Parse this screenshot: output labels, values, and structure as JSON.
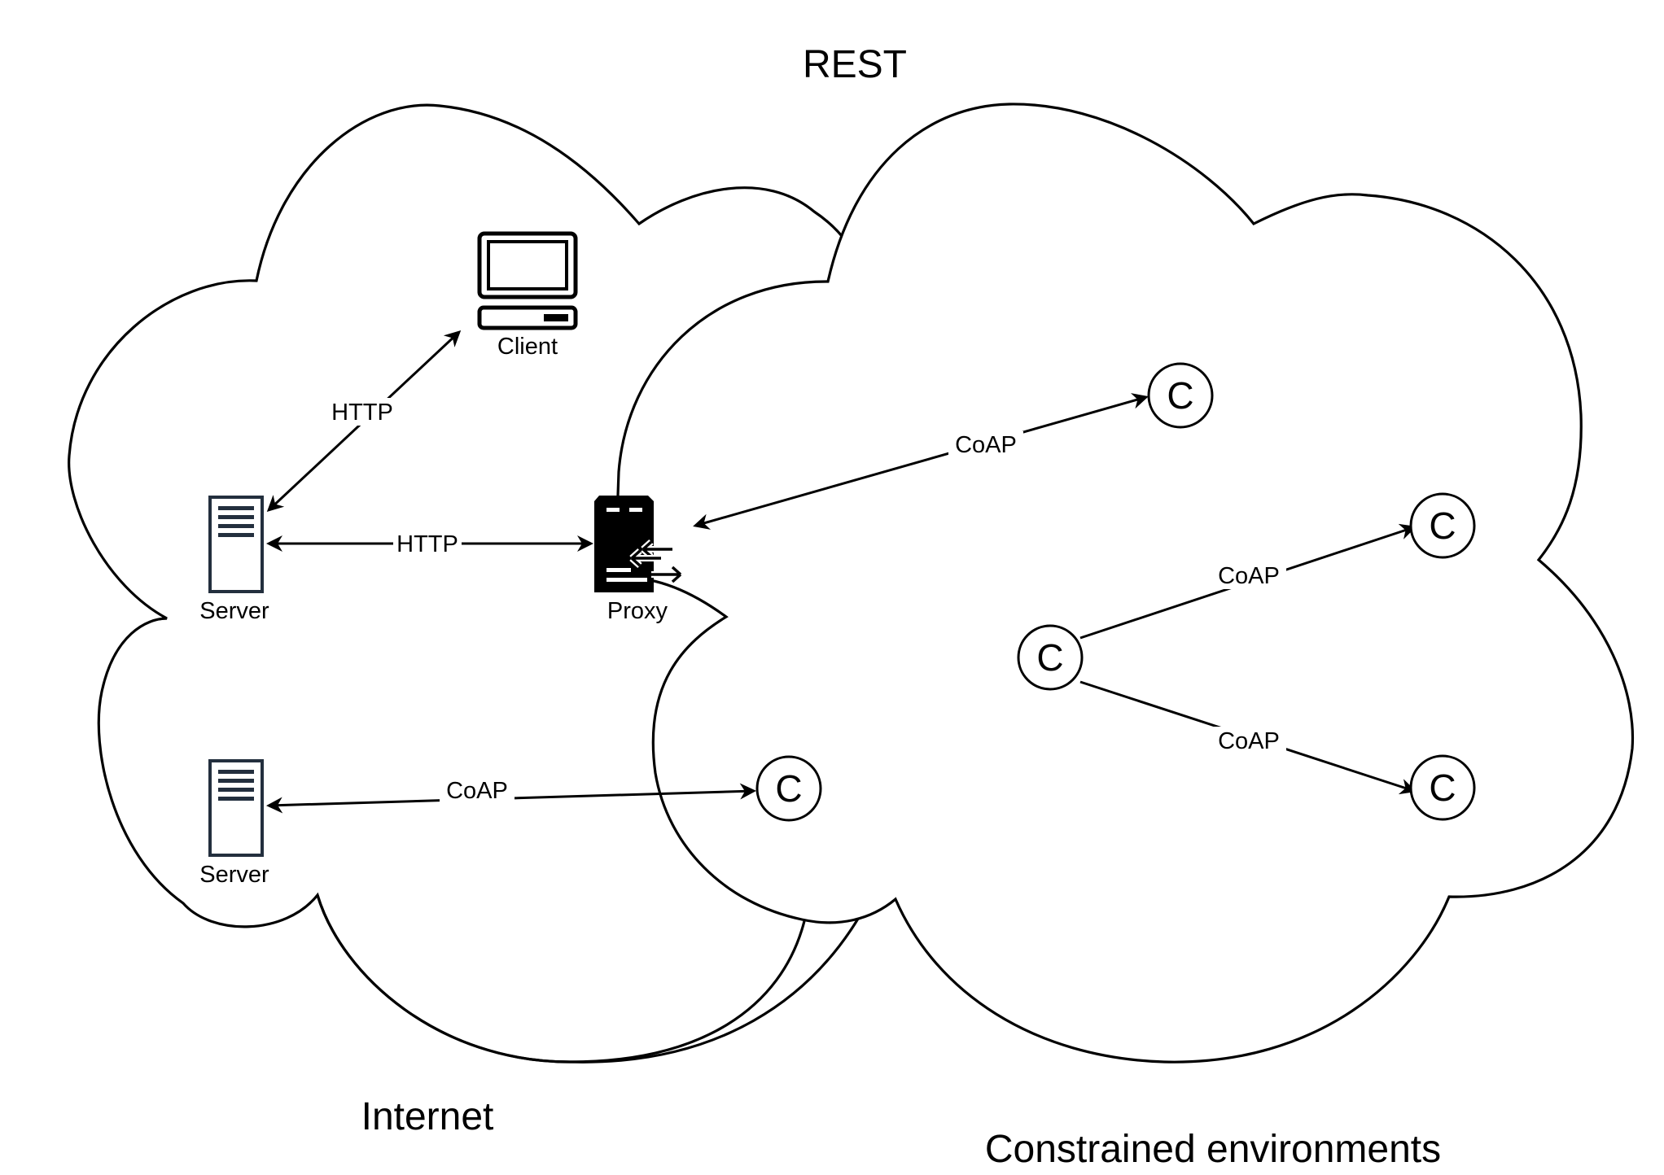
{
  "title": "REST",
  "regions": {
    "internet": "Internet",
    "constrained": "Constrained environments"
  },
  "nodes": {
    "client": "Client",
    "server_top": "Server",
    "server_bottom": "Server",
    "proxy": "Proxy",
    "constrained_node_label": "C"
  },
  "edges": {
    "client_server": "HTTP",
    "server_proxy": "HTTP",
    "proxy_c1": "CoAP",
    "c_center_c2": "CoAP",
    "c_center_c3": "CoAP",
    "server_c4": "CoAP"
  },
  "colors": {
    "stroke": "#000000",
    "server_icon": "#232F3E",
    "background": "#ffffff"
  },
  "icons": {
    "client": "desktop-computer-icon",
    "server": "server-icon",
    "proxy": "proxy-server-icon"
  }
}
